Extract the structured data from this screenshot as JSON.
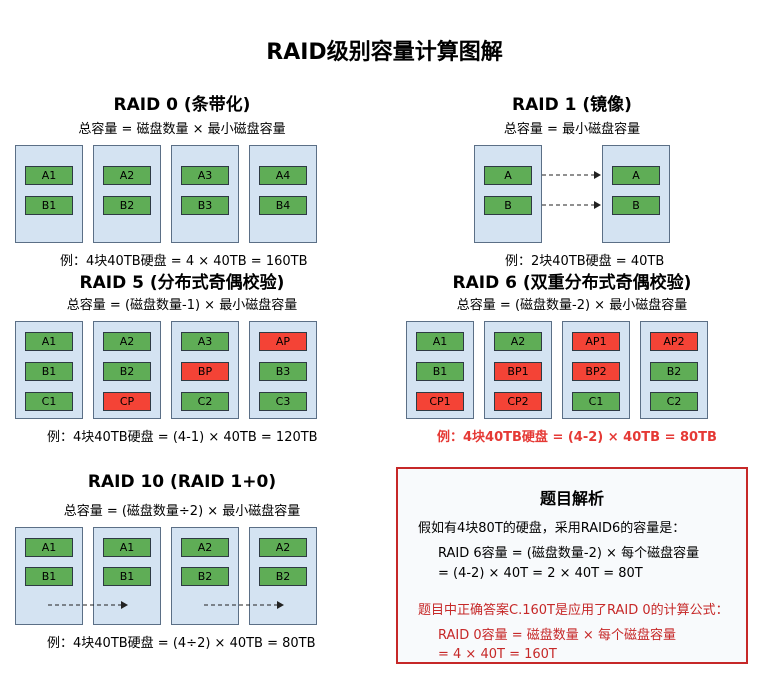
{
  "title": "RAID级别容量计算图解",
  "colors": {
    "data_block": "#5fad56",
    "parity_block": "#f44336",
    "disk": "#d4e3f2",
    "highlight": "#e53935"
  },
  "raid0": {
    "title": "RAID 0 (条带化)",
    "formula": "总容量 = 磁盘数量 × 最小磁盘容量",
    "disks": [
      [
        "A1",
        "B1"
      ],
      [
        "A2",
        "B2"
      ],
      [
        "A3",
        "B3"
      ],
      [
        "A4",
        "B4"
      ]
    ],
    "example": "例：4块40TB硬盘 = 4 × 40TB = 160TB"
  },
  "raid1": {
    "title": "RAID 1 (镜像)",
    "formula": "总容量 = 最小磁盘容量",
    "disks": [
      [
        "A",
        "B"
      ],
      [
        "A",
        "B"
      ]
    ],
    "example": "例：2块40TB硬盘 = 40TB"
  },
  "raid5": {
    "title": "RAID 5 (分布式奇偶校验)",
    "formula": "总容量 = (磁盘数量-1) × 最小磁盘容量",
    "disks": [
      [
        "A1",
        "B1",
        "C1"
      ],
      [
        "A2",
        "B2",
        "CP"
      ],
      [
        "A3",
        "BP",
        "C2"
      ],
      [
        "AP",
        "B3",
        "C3"
      ]
    ],
    "example": "例：4块40TB硬盘 = (4-1) × 40TB = 120TB"
  },
  "raid6": {
    "title": "RAID 6 (双重分布式奇偶校验)",
    "formula": "总容量 = (磁盘数量-2) × 最小磁盘容量",
    "disks": [
      [
        "A1",
        "B1",
        "CP1"
      ],
      [
        "A2",
        "BP1",
        "CP2"
      ],
      [
        "AP1",
        "BP2",
        "C1"
      ],
      [
        "AP2",
        "B2",
        "C2"
      ]
    ],
    "example": "例：4块40TB硬盘 = (4-2) × 40TB = 80TB"
  },
  "raid10": {
    "title": "RAID 10 (RAID 1+0)",
    "formula": "总容量 = (磁盘数量÷2) × 最小磁盘容量",
    "disks": [
      [
        "A1",
        "B1"
      ],
      [
        "A1",
        "B1"
      ],
      [
        "A2",
        "B2"
      ],
      [
        "A2",
        "B2"
      ]
    ],
    "example": "例：4块40TB硬盘 = (4÷2) × 40TB = 80TB"
  },
  "analysis": {
    "title": "题目解析",
    "lines": [
      "假如有4块80T的硬盘，采用RAID6的容量是：",
      "RAID 6容量 = (磁盘数量-2) × 每个磁盘容量",
      "= (4-2) × 40T = 2 × 40T = 80T",
      "题目中正确答案C.160T是应用了RAID 0的计算公式：",
      "RAID 0容量 = 磁盘数量 × 每个磁盘容量",
      "= 4 × 40T = 160T"
    ]
  }
}
